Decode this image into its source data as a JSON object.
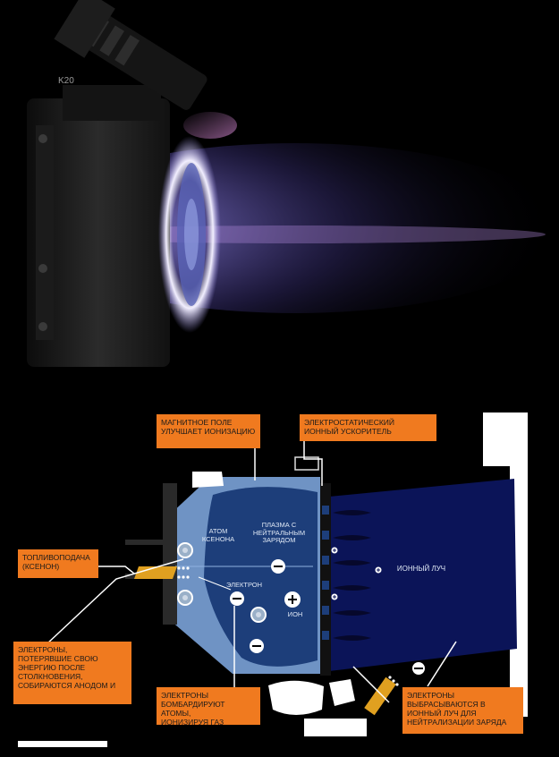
{
  "photo": {
    "camera_marking": "K20"
  },
  "labels": {
    "magnetic_field": [
      "МАГНИТНОЕ ПОЛЕ",
      "УЛУЧШАЕТ ИОНИЗАЦИЮ"
    ],
    "electrostatic_accelerator": [
      "ЭЛЕКТРОСТАТИЧЕСКИЙ",
      "ИОННЫЙ УСКОРИТЕЛЬ"
    ],
    "fuel_supply": [
      "ТОПЛИВОПОДАЧА",
      "(КСЕНОН)"
    ],
    "electrons_lost_energy": [
      "ЭЛЕКТРОНЫ,",
      "ПОТЕРЯВШИЕ СВОЮ",
      "ЭНЕРГИЮ ПОСЛЕ",
      "СТОЛКНОВЕНИЯ,",
      "СОБИРАЮТСЯ АНОДОМ И"
    ],
    "electrons_bombard": [
      "ЭЛЕКТРОНЫ",
      "БОМБАРДИРУЮТ АТОМЫ,",
      "ИОНИЗИРУЯ ГАЗ"
    ],
    "electrons_ejected": [
      "ЭЛЕКТРОНЫ",
      "ВЫБРАСЫВАЮТСЯ В",
      "ИОННЫЙ ЛУЧ ДЛЯ",
      "НЕЙТРАЛИЗАЦИИ ЗАРЯДА"
    ]
  },
  "inner": {
    "xenon_atom": [
      "АТОМ",
      "КСЕНОНА"
    ],
    "plasma": [
      "ПЛАЗМА С",
      "НЕЙТРАЛЬНЫМ",
      "ЗАРЯДОМ"
    ],
    "electron": "ЭЛЕКТРОН",
    "ion": "ИОН",
    "ion_beam": "ИОННЫЙ ЛУЧ",
    "plus_sign": "+",
    "minus_sign": "−"
  },
  "colors": {
    "label_bg": "#f07a1f",
    "chamber_outer": "#6f93c4",
    "chamber_inner": "#1d3e7a",
    "beam": "#0b1458",
    "frame": "#2a2a2a",
    "fuel_rod": "#e0a020"
  }
}
